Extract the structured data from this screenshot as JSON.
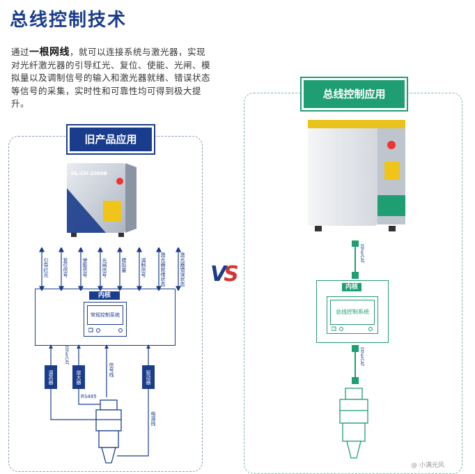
{
  "header": {
    "title": "总线控制技术",
    "intro_prefix": "通过",
    "intro_bold": "一根网线",
    "intro_rest": "，就可以连接系统与激光器，实现对光纤激光器的引导红光、复位、使能、光闸、模拟量以及调制信号的输入和激光器就绪、错误状态等信号的采集，实时性和可靠性均可得到极大提升。"
  },
  "old": {
    "label": "旧产品应用",
    "device_model": "HL-CH-2000B",
    "signals": [
      "引导红光",
      "复位信号",
      "使能信号",
      "光闸信号",
      "模拟量",
      "调制信号",
      "激光器就绪状态",
      "激光器错误状态"
    ],
    "core_label": "内核",
    "controller": "常规控制系统",
    "modules": [
      "调高器",
      "放大器",
      "驱动器"
    ],
    "cable_label": "EtherCAT",
    "link_labels": [
      "信号线",
      "电源线"
    ],
    "rs485": "RS485"
  },
  "vs": {
    "v": "V",
    "s": "S"
  },
  "new": {
    "label": "总线控制应用",
    "core_label": "内核",
    "controller": "总线控制系统",
    "cable_top": "EtherCAT",
    "cable_bottom": "EtherCAT"
  },
  "colors": {
    "blue": "#1a3c8c",
    "green": "#1f9d73",
    "red": "#d63434"
  },
  "watermark": "@ 小满光风"
}
